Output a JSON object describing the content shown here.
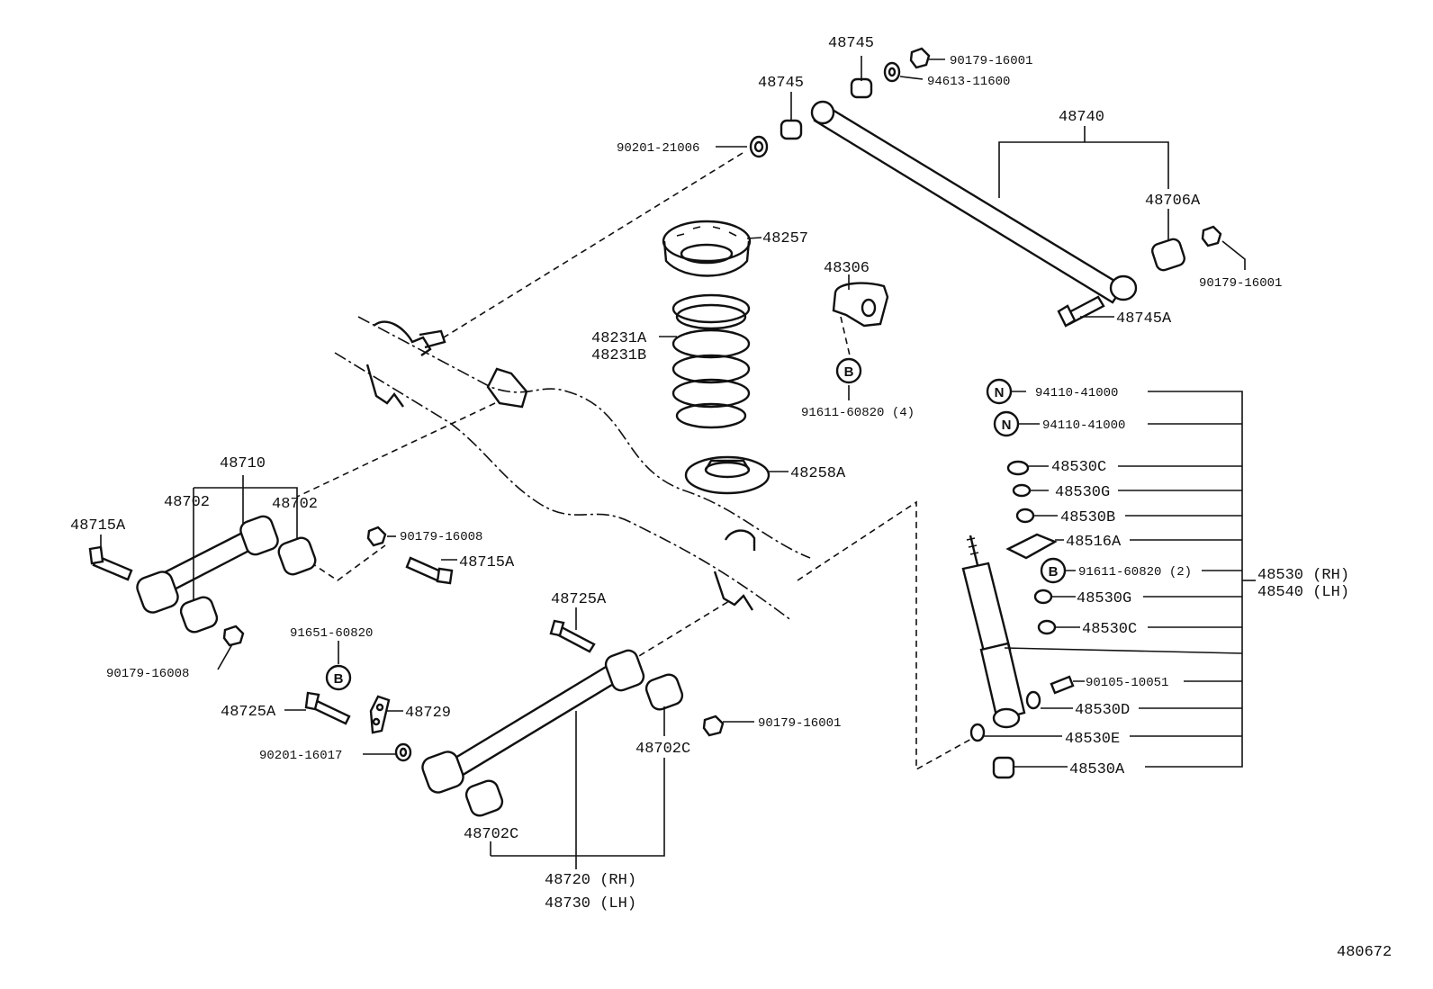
{
  "diagram_id": "480672",
  "symbols": {
    "b": "B",
    "n": "N"
  },
  "labels": {
    "l48745_top": "48745",
    "l48745_mid": "48745",
    "l90179_16001_top": "90179-16001",
    "l94613_11600": "94613-11600",
    "l90201_21006": "90201-21006",
    "l48740": "48740",
    "l48706a": "48706A",
    "l90179_16001_right": "90179-16001",
    "l48745a": "48745A",
    "l48257": "48257",
    "l48306": "48306",
    "l48231a": "48231A",
    "l48231b": "48231B",
    "l91611_60820_4": "91611-60820 (4)",
    "l48258a": "48258A",
    "l48710": "48710",
    "l48702_left": "48702",
    "l48702_right": "48702",
    "l48715a_left": "48715A",
    "l90179_16008_mid": "90179-16008",
    "l48715a_mid": "48715A",
    "l90179_16008_left": "90179-16008",
    "l48725a_upper": "48725A",
    "l91651_60820": "91651-60820",
    "l48725a_lower": "48725A",
    "l48729": "48729",
    "l90201_16017": "90201-16017",
    "l90179_16001_bottom": "90179-16001",
    "l48702c_right": "48702C",
    "l48702c_left": "48702C",
    "l48720_rh": "48720 (RH)",
    "l48730_lh": "48730 (LH)",
    "l94110_41000_a": "94110-41000",
    "l94110_41000_b": "94110-41000",
    "l48530c_a": "48530C",
    "l48530g_a": "48530G",
    "l48530b": "48530B",
    "l48516a": "48516A",
    "l91611_60820_2": "91611-60820 (2)",
    "l48530g_b": "48530G",
    "l48530c_b": "48530C",
    "l48530_rh": "48530 (RH)",
    "l48540_lh": "48540 (LH)",
    "l90105_10051": "90105-10051",
    "l48530d": "48530D",
    "l48530e": "48530E",
    "l48530a": "48530A"
  }
}
